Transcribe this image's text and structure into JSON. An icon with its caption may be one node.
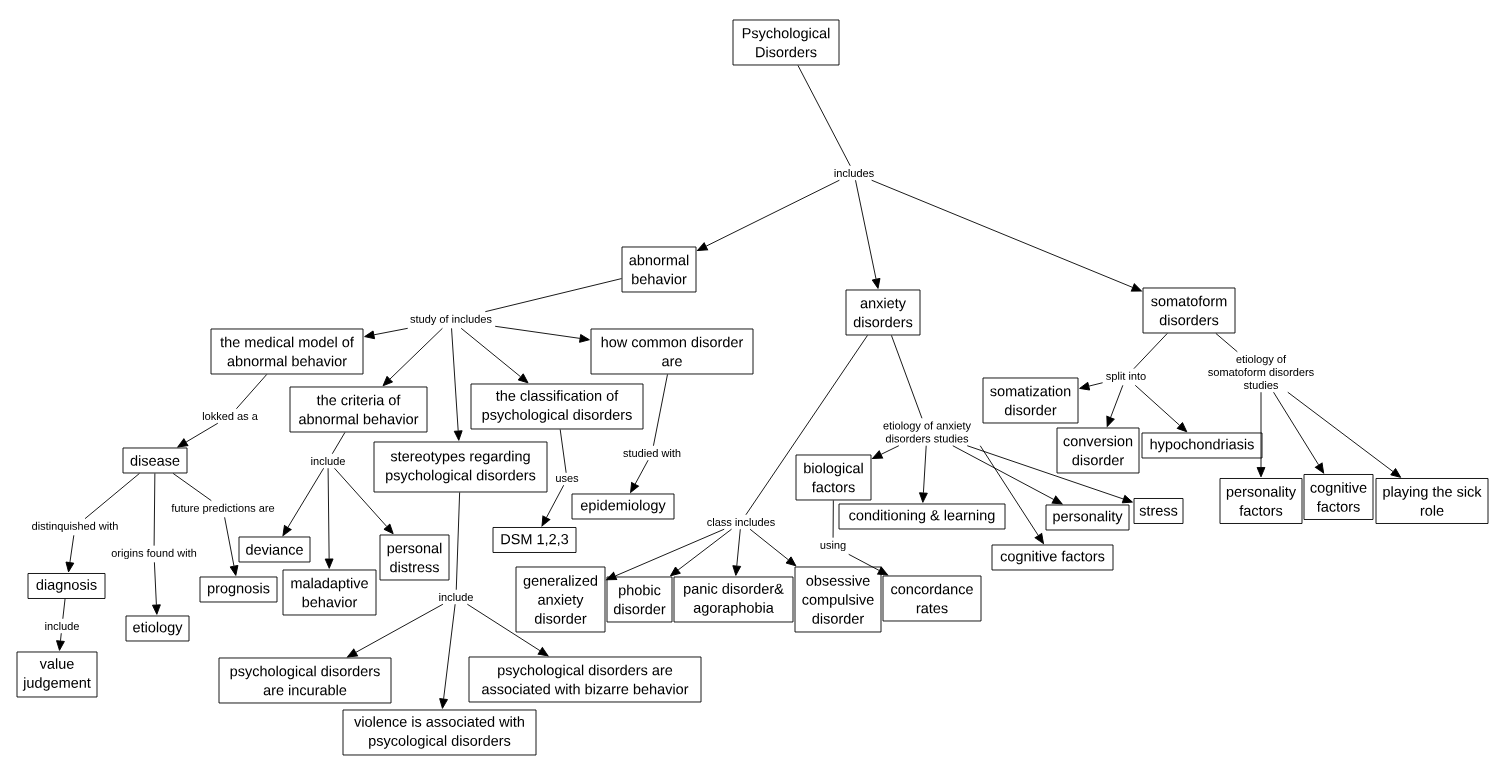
{
  "diagram": {
    "nodes": [
      {
        "text": [
          "Psychological Disorders"
        ]
      },
      {
        "text": [
          "includes"
        ]
      },
      {
        "text": [
          "abnormal behavior"
        ]
      },
      {
        "text": [
          "anxiety disorders"
        ]
      },
      {
        "text": [
          "somatoform disorders"
        ]
      },
      {
        "text": [
          "study of includes"
        ]
      },
      {
        "text": [
          "the medical model of abnormal behavior"
        ]
      },
      {
        "text": [
          "how common disorder are"
        ]
      },
      {
        "text": [
          "the criteria of abnormal behavior"
        ]
      },
      {
        "text": [
          "the classification of psychological disorders"
        ]
      },
      {
        "text": [
          "stereotypes regarding psychological disorders"
        ]
      },
      {
        "text": [
          "lokked as a"
        ]
      },
      {
        "text": [
          "disease"
        ]
      },
      {
        "text": [
          "include"
        ]
      },
      {
        "text": [
          "uses"
        ]
      },
      {
        "text": [
          "studied with"
        ]
      },
      {
        "text": [
          "future predictions are"
        ]
      },
      {
        "text": [
          "distinquished with"
        ]
      },
      {
        "text": [
          "origins found with"
        ]
      },
      {
        "text": [
          "deviance"
        ]
      },
      {
        "text": [
          "maladaptive behavior"
        ]
      },
      {
        "text": [
          "personal distress"
        ]
      },
      {
        "text": [
          "DSM 1,2,3"
        ]
      },
      {
        "text": [
          "epidemiology"
        ]
      },
      {
        "text": [
          "diagnosis"
        ]
      },
      {
        "text": [
          "prognosis"
        ]
      },
      {
        "text": [
          "etiology"
        ]
      },
      {
        "text": [
          "include"
        ]
      },
      {
        "text": [
          "value judgement"
        ]
      },
      {
        "text": [
          "include"
        ]
      },
      {
        "text": [
          "psychological disorders are incurable"
        ]
      },
      {
        "text": [
          "psychological disorders are associated with bizarre behavior"
        ]
      },
      {
        "text": [
          "violence is associated with psycological disorders"
        ]
      },
      {
        "text": [
          "etiology of anxiety disorders studies"
        ]
      },
      {
        "text": [
          "class includes"
        ]
      },
      {
        "text": [
          "biological factors"
        ]
      },
      {
        "text": [
          "conditioning & learning"
        ]
      },
      {
        "text": [
          "personality"
        ]
      },
      {
        "text": [
          "stress"
        ]
      },
      {
        "text": [
          "cognitive factors"
        ]
      },
      {
        "text": [
          "using"
        ]
      },
      {
        "text": [
          "generalized anxiety disorder"
        ]
      },
      {
        "text": [
          "phobic disorder"
        ]
      },
      {
        "text": [
          "panic disorder& agoraphobia"
        ]
      },
      {
        "text": [
          "obsessive compulsive disorder"
        ]
      },
      {
        "text": [
          "concordance rates"
        ]
      },
      {
        "text": [
          "split into"
        ]
      },
      {
        "text": [
          "etiology of somatoform disorders studies"
        ]
      },
      {
        "text": [
          "somatization disorder"
        ]
      },
      {
        "text": [
          "conversion disorder"
        ]
      },
      {
        "text": [
          "hypochondriasis"
        ]
      },
      {
        "text": [
          "personality factors"
        ]
      },
      {
        "text": [
          "cognitive factors"
        ]
      },
      {
        "text": [
          "playing the sick role"
        ]
      }
    ],
    "edges": [
      {
        "from": 0,
        "to": 1,
        "arrow": "none"
      },
      {
        "from": 1,
        "to": 2,
        "arrow": "to"
      },
      {
        "from": 1,
        "to": 3,
        "arrow": "to"
      },
      {
        "from": 1,
        "to": 4,
        "arrow": "to"
      },
      {
        "from": 2,
        "to": 5,
        "arrow": "none"
      },
      {
        "from": 5,
        "to": 6,
        "arrow": "to"
      },
      {
        "from": 5,
        "to": 7,
        "arrow": "to"
      },
      {
        "from": 5,
        "to": 8,
        "arrow": "to"
      },
      {
        "from": 5,
        "to": 9,
        "arrow": "to"
      },
      {
        "from": 5,
        "to": 10,
        "arrow": "to"
      },
      {
        "from": 6,
        "to": 11,
        "arrow": "none"
      },
      {
        "from": 11,
        "to": 12,
        "arrow": "to"
      },
      {
        "from": 8,
        "to": 13,
        "arrow": "none"
      },
      {
        "from": 13,
        "to": 19,
        "arrow": "to"
      },
      {
        "from": 13,
        "to": 20,
        "arrow": "to"
      },
      {
        "from": 13,
        "to": 21,
        "arrow": "to"
      },
      {
        "from": 9,
        "to": 14,
        "arrow": "none"
      },
      {
        "from": 14,
        "to": 22,
        "arrow": "to"
      },
      {
        "from": 7,
        "to": 15,
        "arrow": "none"
      },
      {
        "from": 15,
        "to": 23,
        "arrow": "to"
      },
      {
        "from": 12,
        "to": 16,
        "arrow": "none"
      },
      {
        "from": 16,
        "to": 25,
        "arrow": "to"
      },
      {
        "from": 12,
        "to": 17,
        "arrow": "none"
      },
      {
        "from": 17,
        "to": 24,
        "arrow": "to"
      },
      {
        "from": 12,
        "to": 18,
        "arrow": "none"
      },
      {
        "from": 18,
        "to": 26,
        "arrow": "to"
      },
      {
        "from": 24,
        "to": 27,
        "arrow": "none"
      },
      {
        "from": 27,
        "to": 28,
        "arrow": "to"
      },
      {
        "from": 10,
        "to": 29,
        "arrow": "none"
      },
      {
        "from": 29,
        "to": 30,
        "arrow": "to"
      },
      {
        "from": 29,
        "to": 32,
        "arrow": "to"
      },
      {
        "from": 29,
        "to": 31,
        "arrow": "to"
      },
      {
        "from": 3,
        "to": 33,
        "arrow": "none"
      },
      {
        "from": 33,
        "to": 35,
        "arrow": "to"
      },
      {
        "from": 33,
        "to": 36,
        "arrow": "to"
      },
      {
        "from": 33,
        "to": 39,
        "arrow": "to"
      },
      {
        "from": 33,
        "to": 37,
        "arrow": "to"
      },
      {
        "from": 33,
        "to": 38,
        "arrow": "to"
      },
      {
        "from": 3,
        "to": 34,
        "arrow": "none"
      },
      {
        "from": 34,
        "to": 41,
        "arrow": "to"
      },
      {
        "from": 34,
        "to": 42,
        "arrow": "to"
      },
      {
        "from": 34,
        "to": 43,
        "arrow": "to"
      },
      {
        "from": 34,
        "to": 44,
        "arrow": "to"
      },
      {
        "from": 35,
        "to": 40,
        "arrow": "none"
      },
      {
        "from": 40,
        "to": 45,
        "arrow": "to"
      },
      {
        "from": 4,
        "to": 46,
        "arrow": "none"
      },
      {
        "from": 46,
        "to": 48,
        "arrow": "to"
      },
      {
        "from": 46,
        "to": 49,
        "arrow": "to"
      },
      {
        "from": 46,
        "to": 50,
        "arrow": "to"
      },
      {
        "from": 4,
        "to": 47,
        "arrow": "none"
      },
      {
        "from": 47,
        "to": 51,
        "arrow": "to"
      },
      {
        "from": 47,
        "to": 52,
        "arrow": "to"
      },
      {
        "from": 47,
        "to": 53,
        "arrow": "to"
      }
    ]
  }
}
